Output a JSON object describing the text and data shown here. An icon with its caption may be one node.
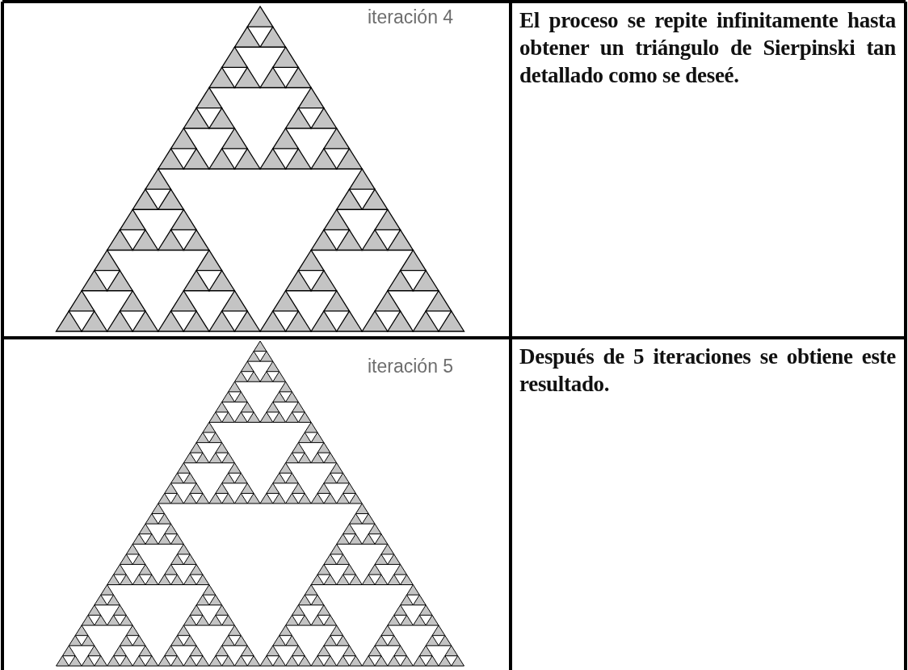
{
  "diagram": {
    "labels": [
      "iteración 4",
      "El proceso se repite infinitamente hasta obtener un triángulo de Sierpinski tan detallado como se deseé.",
      "iteración 5",
      "Después de 5 iteraciones se obtiene este resultado."
    ]
  }
}
